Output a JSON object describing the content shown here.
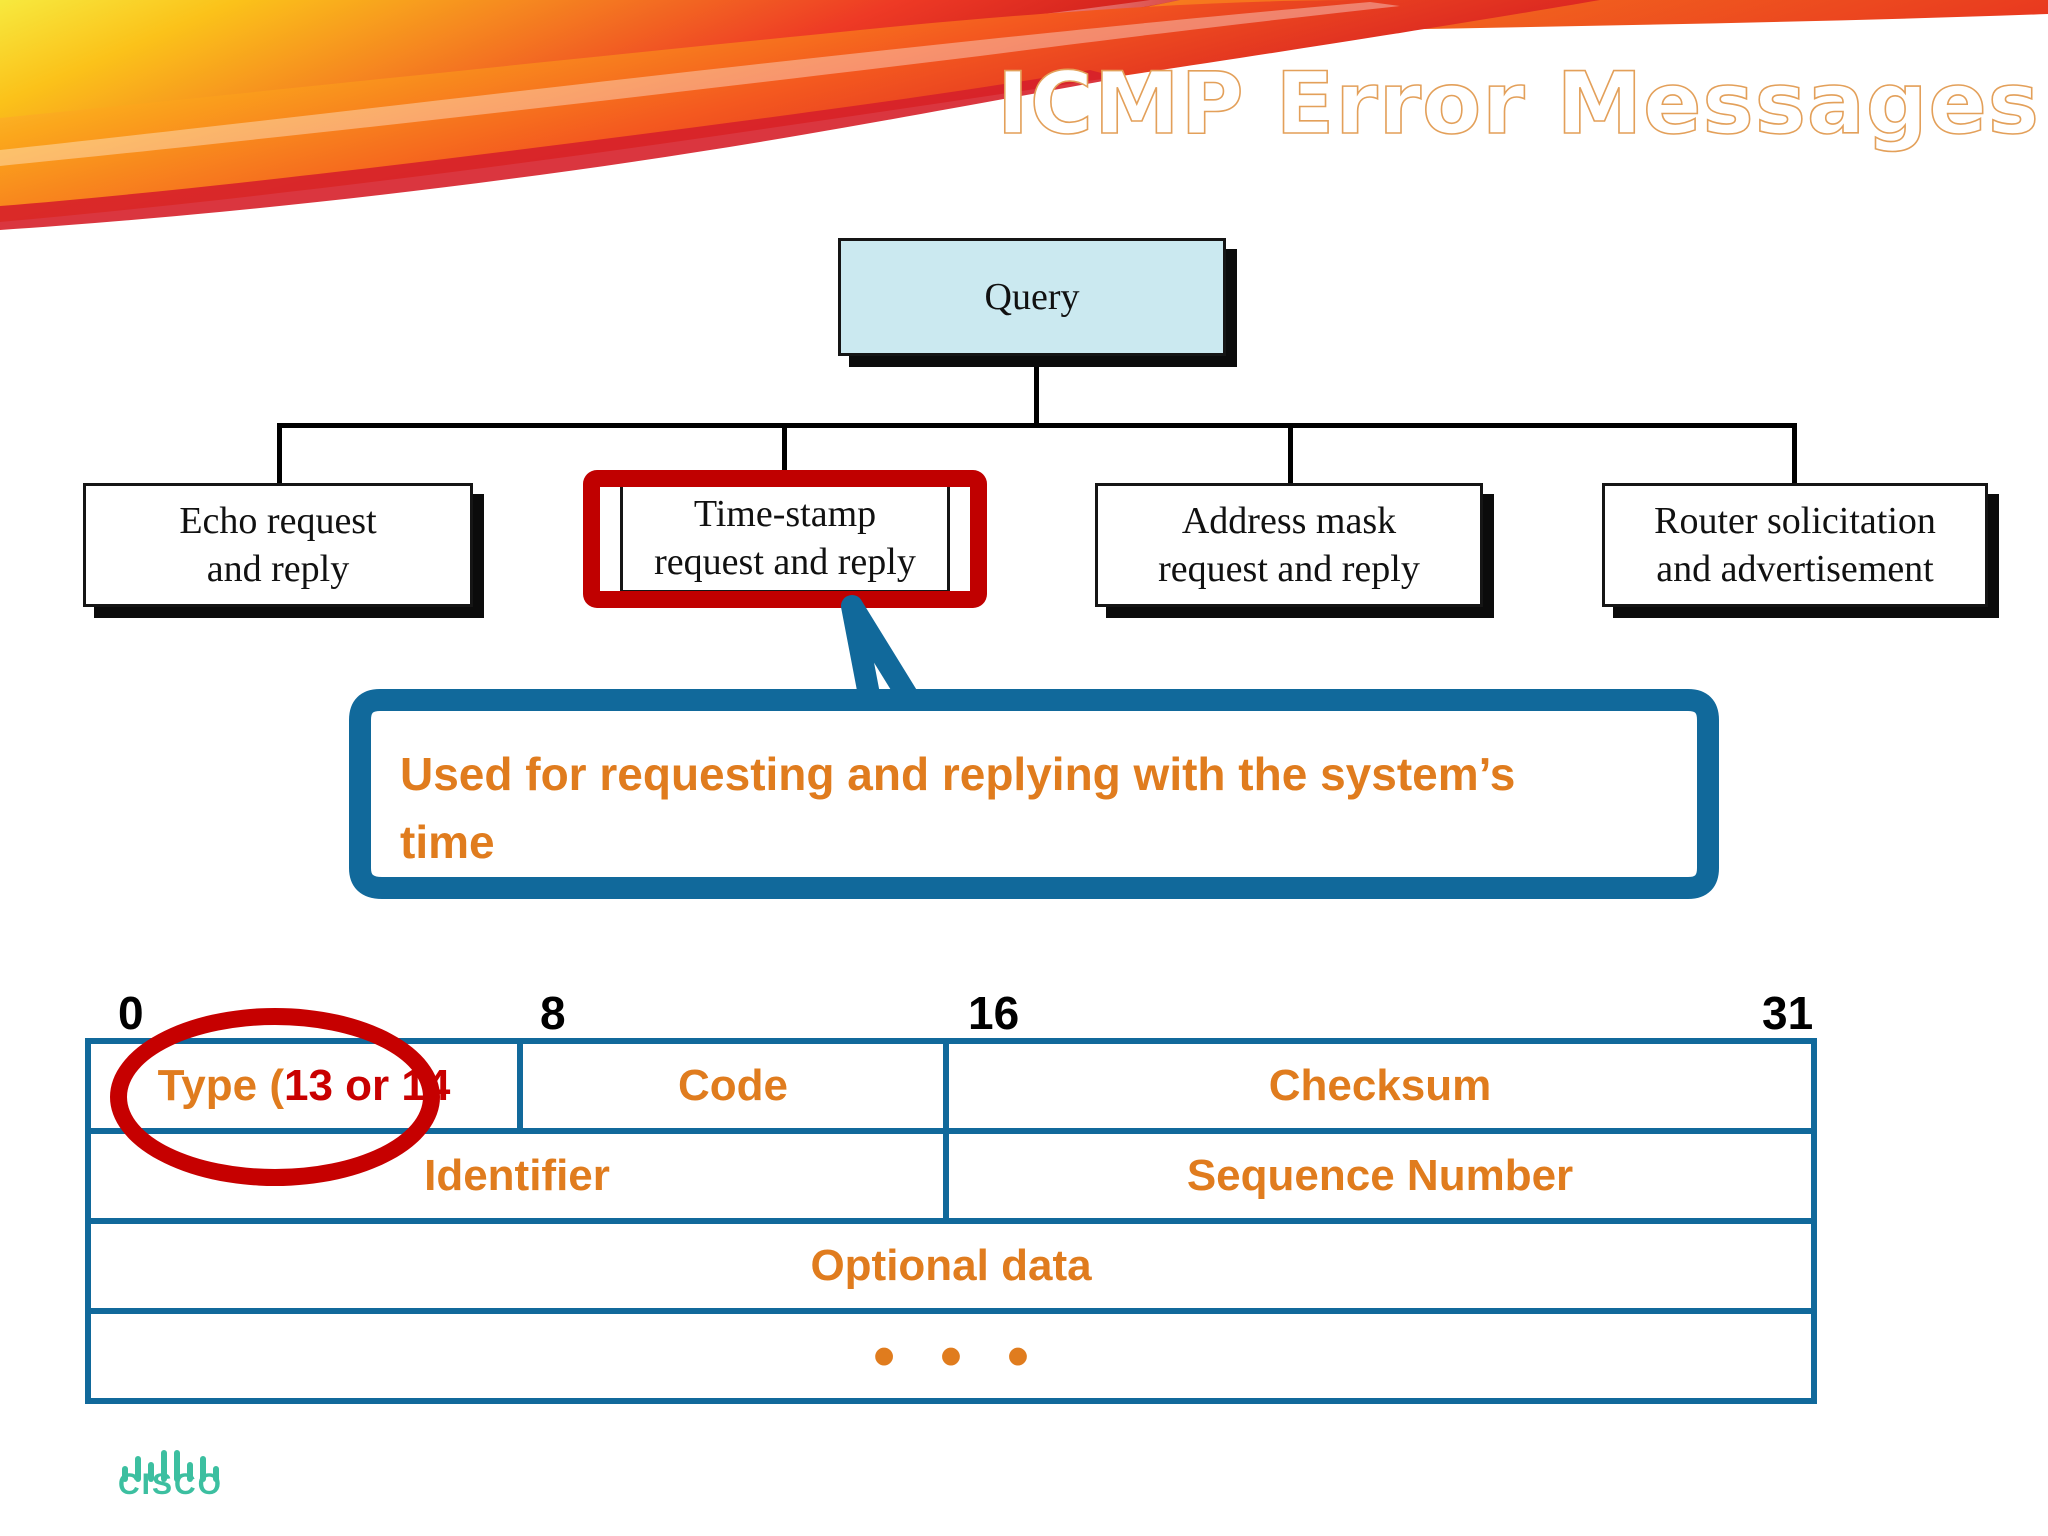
{
  "slide": {
    "title": "ICMP Error Messages",
    "title_stroke_color": "#e3a05a"
  },
  "tree": {
    "root": {
      "label": "Query",
      "fill": "#cbe9f0"
    },
    "children": [
      {
        "label_line1": "Echo request",
        "label_line2": "and reply",
        "highlighted": false
      },
      {
        "label_line1": "Time-stamp",
        "label_line2": "request and reply",
        "highlighted": true
      },
      {
        "label_line1": "Address mask",
        "label_line2": "request and reply",
        "highlighted": false
      },
      {
        "label_line1": "Router solicitation",
        "label_line2": "and advertisement",
        "highlighted": false
      }
    ],
    "highlight_color": "#c00000"
  },
  "callout": {
    "text": "Used for requesting and replying with the system’s time",
    "border_color": "#11699b",
    "text_color": "#e07c1e"
  },
  "bit_ruler": {
    "ticks": [
      "0",
      "8",
      "16",
      "31"
    ]
  },
  "packet": {
    "border_color": "#11699b",
    "text_color": "#e07c1e",
    "annotation_color": "#c60000",
    "rows": [
      {
        "cells": [
          {
            "label_plain": "Type (",
            "label_red": "13 or 14",
            "full": "Type (13 or 14",
            "circled": true
          },
          {
            "full": "Code",
            "circled": false
          },
          {
            "full": "Checksum",
            "circled": false
          }
        ]
      },
      {
        "cells": [
          {
            "full": "Identifier",
            "circled": false
          },
          {
            "full": "Sequence Number",
            "circled": false
          }
        ]
      },
      {
        "cells": [
          {
            "full": "Optional data",
            "circled": false
          }
        ]
      },
      {
        "cells": [
          {
            "full": "• • •",
            "circled": false
          }
        ]
      }
    ]
  },
  "branding": {
    "name": "CISCO",
    "color": "#3cbfa0",
    "logo_icon": "cisco-bridge-icon"
  }
}
